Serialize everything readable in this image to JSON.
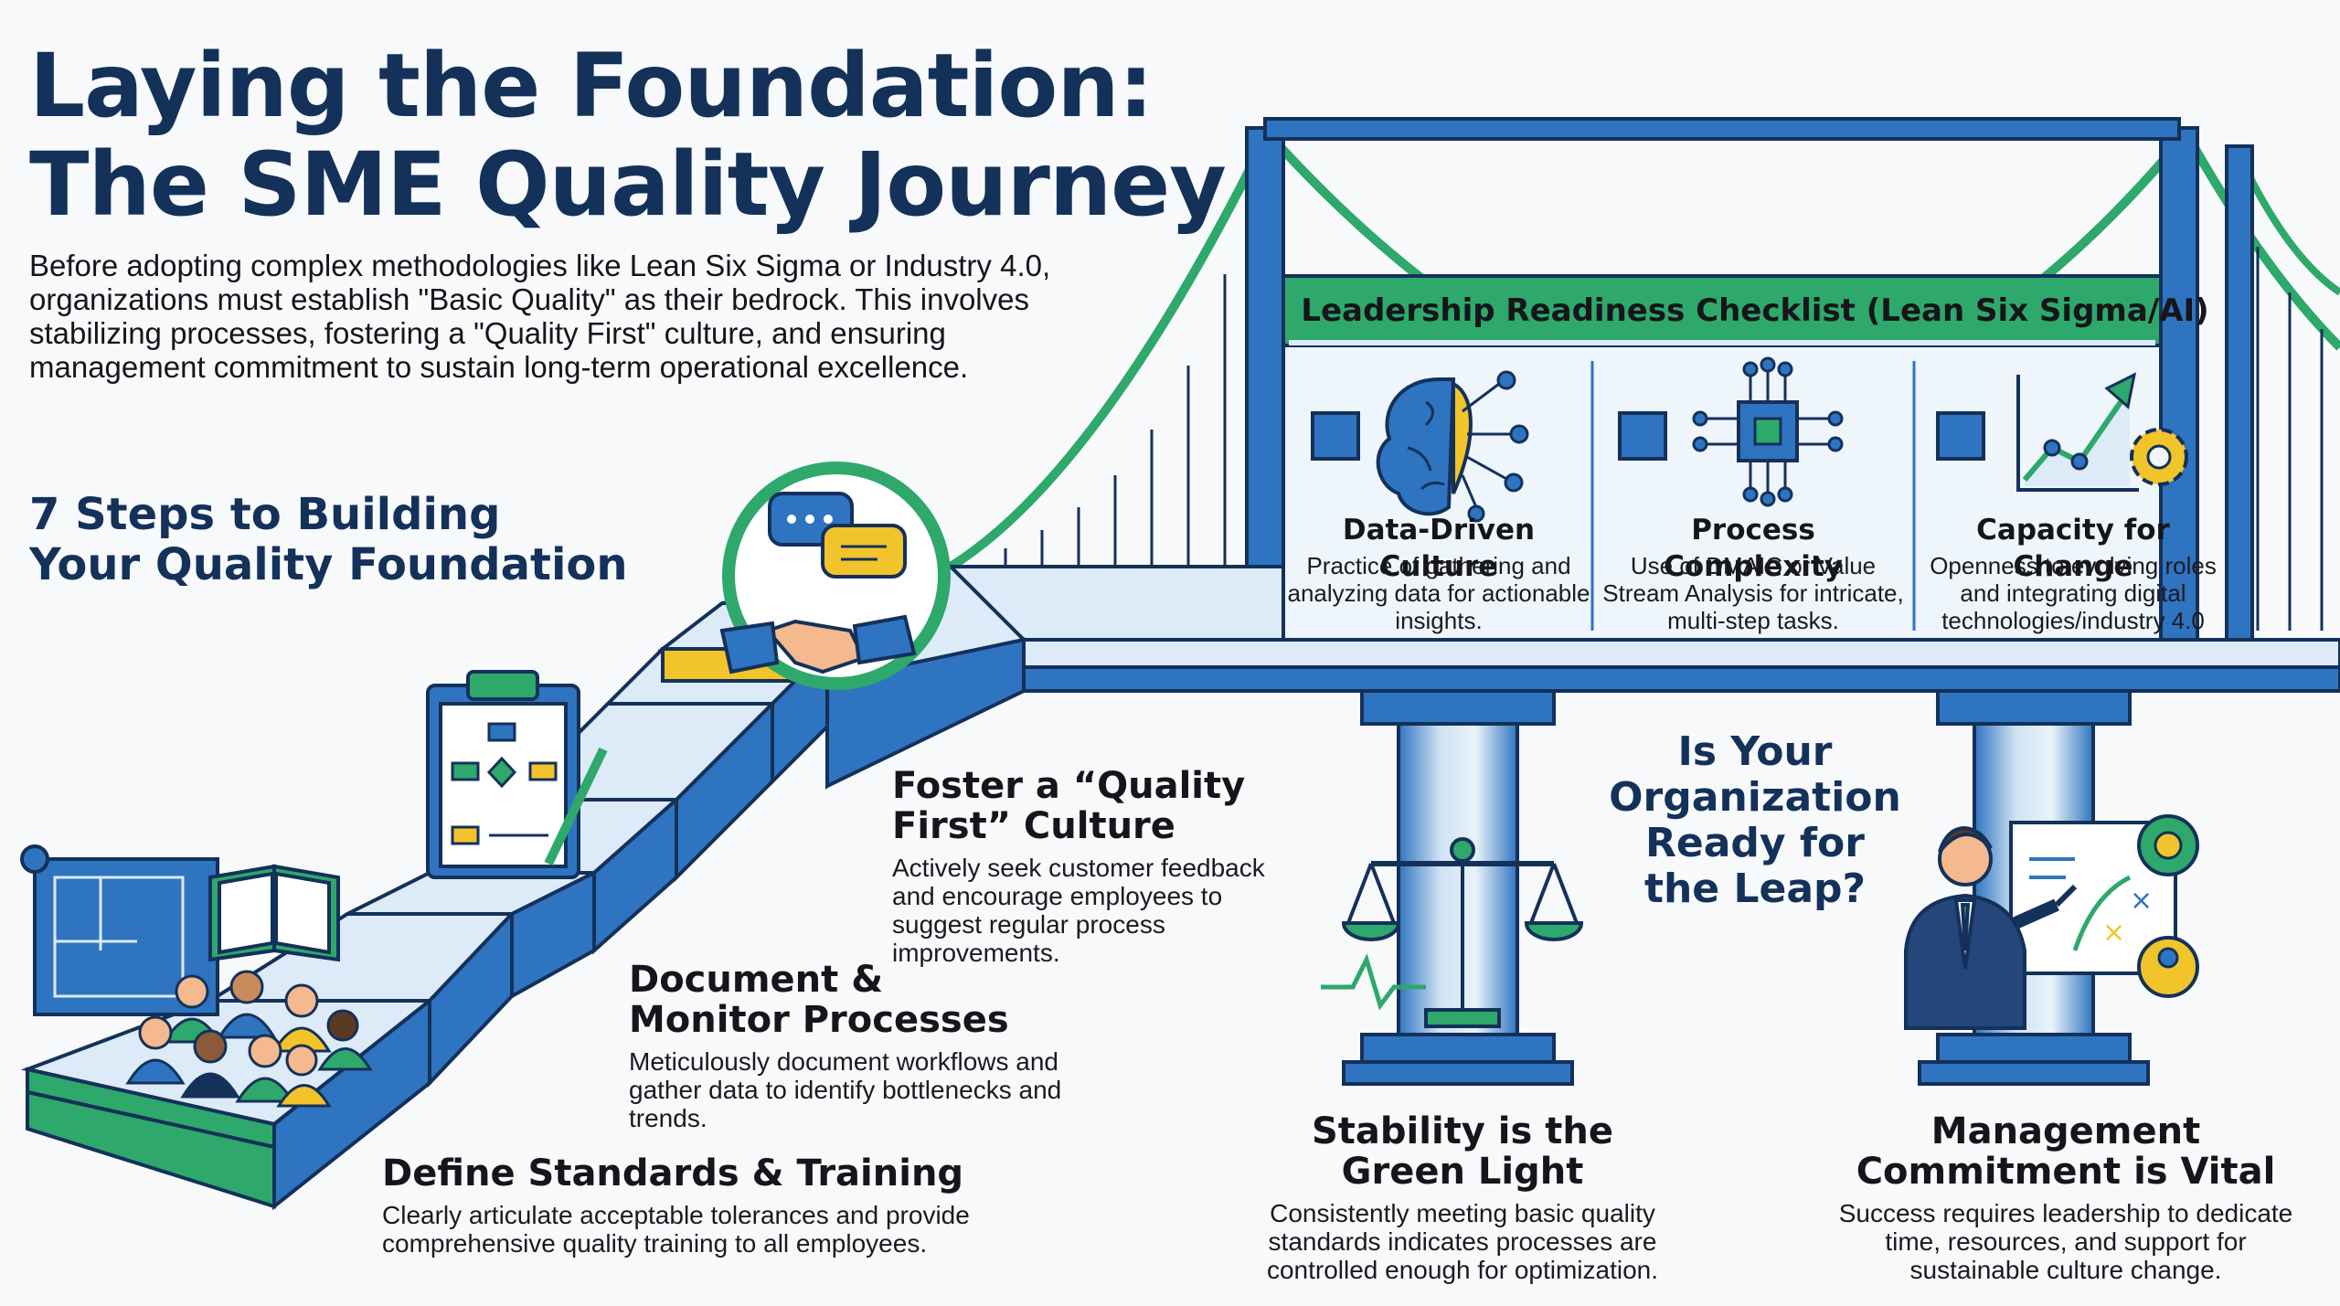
{
  "title": {
    "line1": "Laying the Foundation:",
    "line2": "The SME Quality Journey"
  },
  "intro": "Before adopting complex methodologies like Lean Six Sigma or Industry 4.0, organizations must establish \"Basic Quality\" as their bedrock. This involves stabilizing processes, fostering a \"Quality First\" culture, and ensuring management commitment to sustain long-term operational excellence.",
  "steps_heading": {
    "line1": "7 Steps to Building",
    "line2": "Your Quality Foundation"
  },
  "steps": {
    "define": {
      "title": "Define Standards & Training",
      "desc": "Clearly articulate acceptable tolerances and provide comprehensive quality training to all employees."
    },
    "document": {
      "title_line1": "Document &",
      "title_line2": "Monitor Processes",
      "desc": "Meticulously document workflows and gather data to identify bottlenecks and trends."
    },
    "foster": {
      "title_line1": "Foster a “Quality",
      "title_line2": "First” Culture",
      "desc": "Actively seek customer feedback and encourage employees to suggest regular process improvements."
    }
  },
  "checklist": {
    "title": "Leadership Readiness Checklist (Lean Six Sigma/AI)",
    "items": [
      {
        "title": "Data-Driven Culture",
        "desc": "Practice of gathering and analyzing data for actionable insights.",
        "icon": "brain-network-icon"
      },
      {
        "title": "Process Complexity",
        "desc": "Use of DMAIC or Value Stream Analysis for intricate, multi-step tasks.",
        "icon": "chip-circuit-icon"
      },
      {
        "title": "Capacity for Change",
        "desc": "Openness to evolving roles and integrating digital technologies/industry 4.0",
        "icon": "growth-chart-gear-icon"
      }
    ]
  },
  "ready_question": {
    "line1": "Is Your",
    "line2": "Organization",
    "line3": "Ready for",
    "line4": "the Leap?"
  },
  "stability": {
    "title_line1": "Stability is the",
    "title_line2": "Green Light",
    "desc": "Consistently meeting basic quality standards indicates processes are controlled enough for optimization."
  },
  "management": {
    "title_line1": "Management",
    "title_line2": "Commitment is Vital",
    "desc": "Success requires leadership to dedicate time, resources, and support for sustainable culture change."
  },
  "colors": {
    "navy": "#14315a",
    "blue": "#2f74c0",
    "light_blue": "#dcebf7",
    "green": "#2ea86b",
    "yellow": "#f2c42c"
  }
}
